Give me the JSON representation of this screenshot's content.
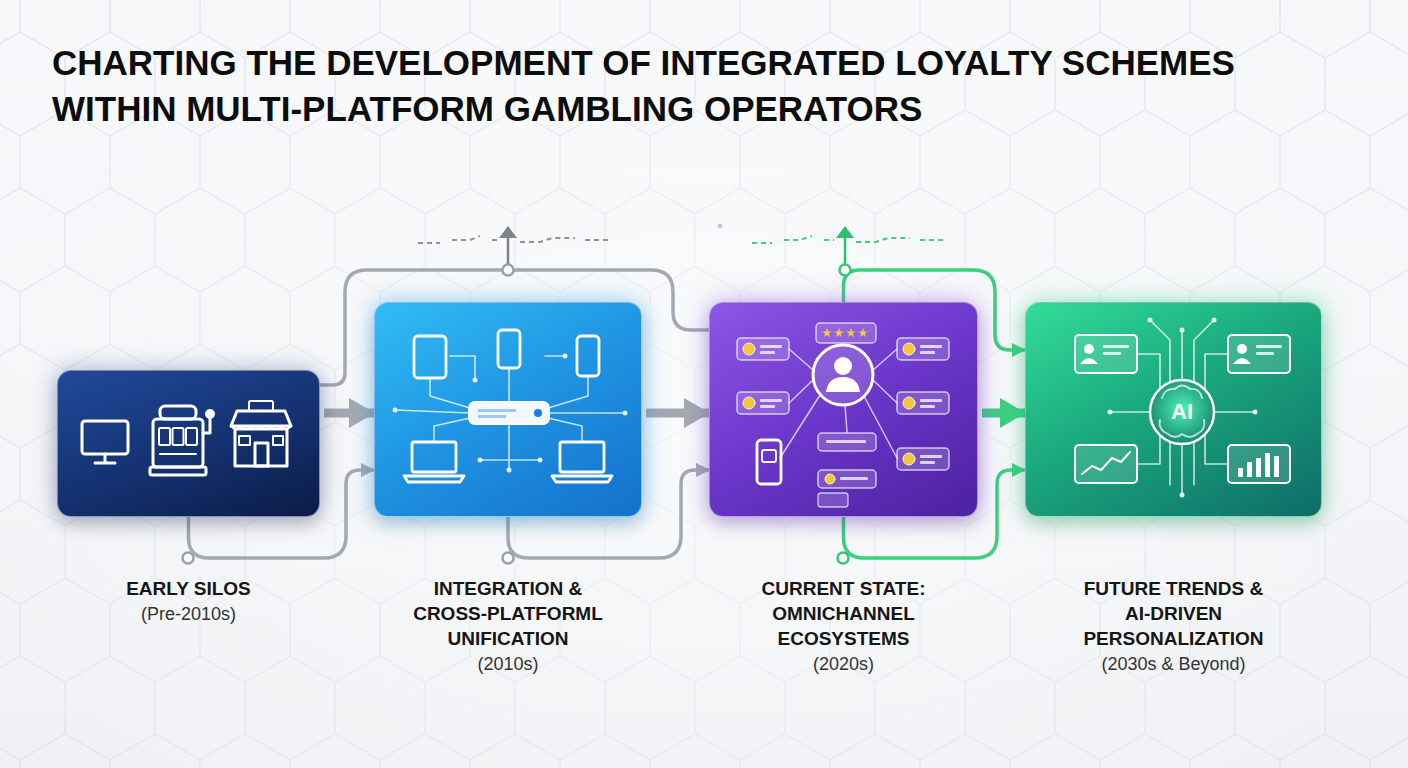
{
  "diagram": {
    "title": "CHARTING THE DEVELOPMENT OF INTEGRATED LOYALTY SCHEMES WITHIN MULTI-PLATFORM GAMBLING OPERATORS",
    "nodes": [
      {
        "text": [
          "EARLY SILOS",
          "(Pre-2010s)"
        ]
      },
      {
        "text": [
          "INTEGRATION & CROSS-PLATFORML UNIFICATION",
          "(2010s)"
        ]
      },
      {
        "text": [
          "CURRENT STATE: OMNICHANNEL ECOSYSTEMS",
          "(2020s)"
        ]
      },
      {
        "text": [
          "FUTURE TRENDS & AI-DRIVEN PERSONALIZATION",
          "(2030s & Beyond)"
        ]
      }
    ],
    "edges": [
      {
        "from": 0,
        "to": 1,
        "arrow": "to"
      },
      {
        "from": 1,
        "to": 2,
        "arrow": "to"
      },
      {
        "from": 2,
        "to": 3,
        "arrow": "to"
      },
      {
        "from": 0,
        "to": 1,
        "arrow": "to"
      },
      {
        "from": 1,
        "to": 2,
        "arrow": "to"
      },
      {
        "from": 2,
        "to": 3,
        "arrow": "to"
      },
      {
        "from": 0,
        "to": 2,
        "arrow": "none"
      },
      {
        "from": 2,
        "to": 3,
        "arrow": "to"
      }
    ],
    "labels": [
      "AI"
    ]
  }
}
